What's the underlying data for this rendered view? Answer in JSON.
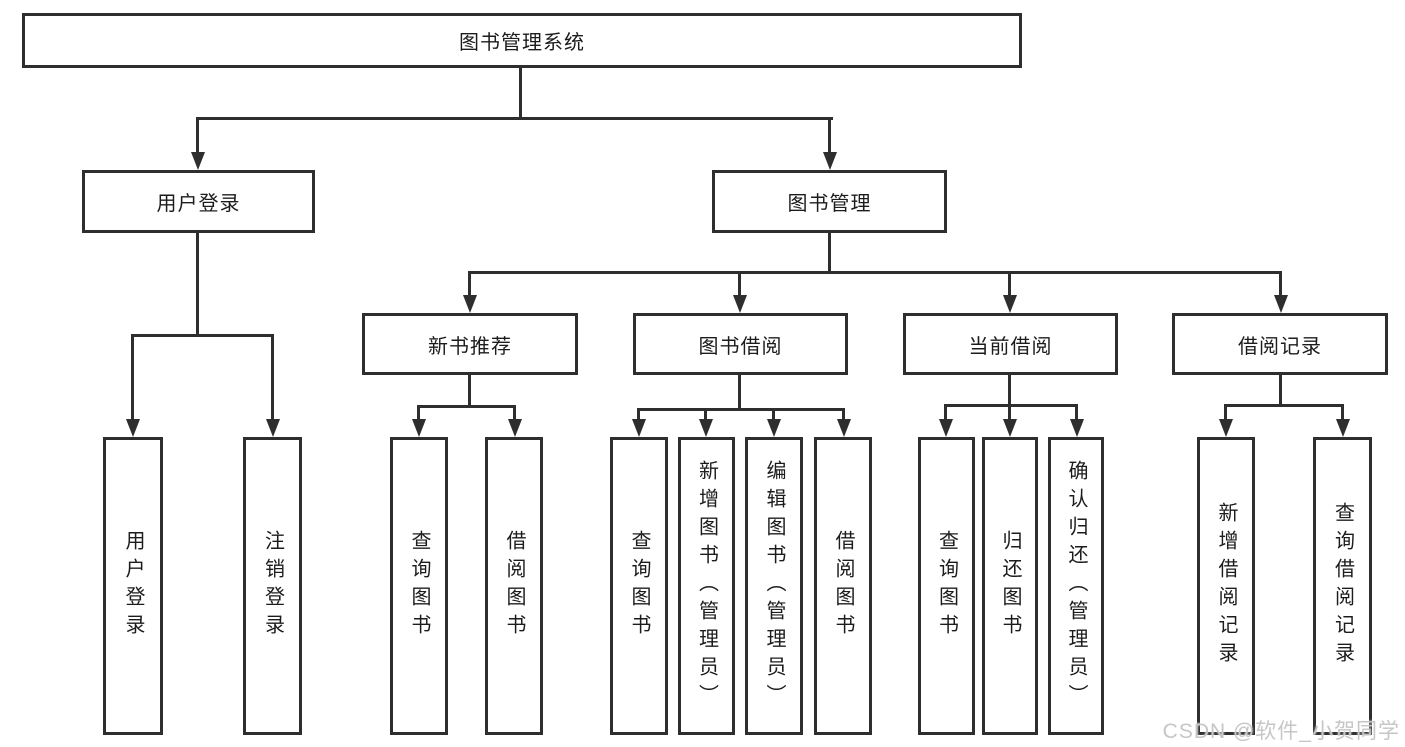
{
  "colors": {
    "line": "#2e2e2e",
    "box_border": "#2e2e2e",
    "box_background": "#ffffff",
    "text": "#1c1c1c",
    "watermark": "#c6c6c6"
  },
  "tree": {
    "root": {
      "label": "图书管理系统"
    },
    "children": [
      {
        "label": "用户登录",
        "children": [
          {
            "label": "用户登录"
          },
          {
            "label": "注销登录"
          }
        ]
      },
      {
        "label": "图书管理",
        "children": [
          {
            "label": "新书推荐",
            "children": [
              {
                "label": "查询图书"
              },
              {
                "label": "借阅图书"
              }
            ]
          },
          {
            "label": "图书借阅",
            "children": [
              {
                "label": "查询图书"
              },
              {
                "label": "新增图书（管理员）"
              },
              {
                "label": "编辑图书（管理员）"
              },
              {
                "label": "借阅图书"
              }
            ]
          },
          {
            "label": "当前借阅",
            "children": [
              {
                "label": "查询图书"
              },
              {
                "label": "归还图书"
              },
              {
                "label": "确认归还（管理员）"
              }
            ]
          },
          {
            "label": "借阅记录",
            "children": [
              {
                "label": "新增借阅记录"
              },
              {
                "label": "查询借阅记录"
              }
            ]
          }
        ]
      }
    ]
  },
  "watermark": {
    "text": "CSDN @软件_小贺同学"
  }
}
